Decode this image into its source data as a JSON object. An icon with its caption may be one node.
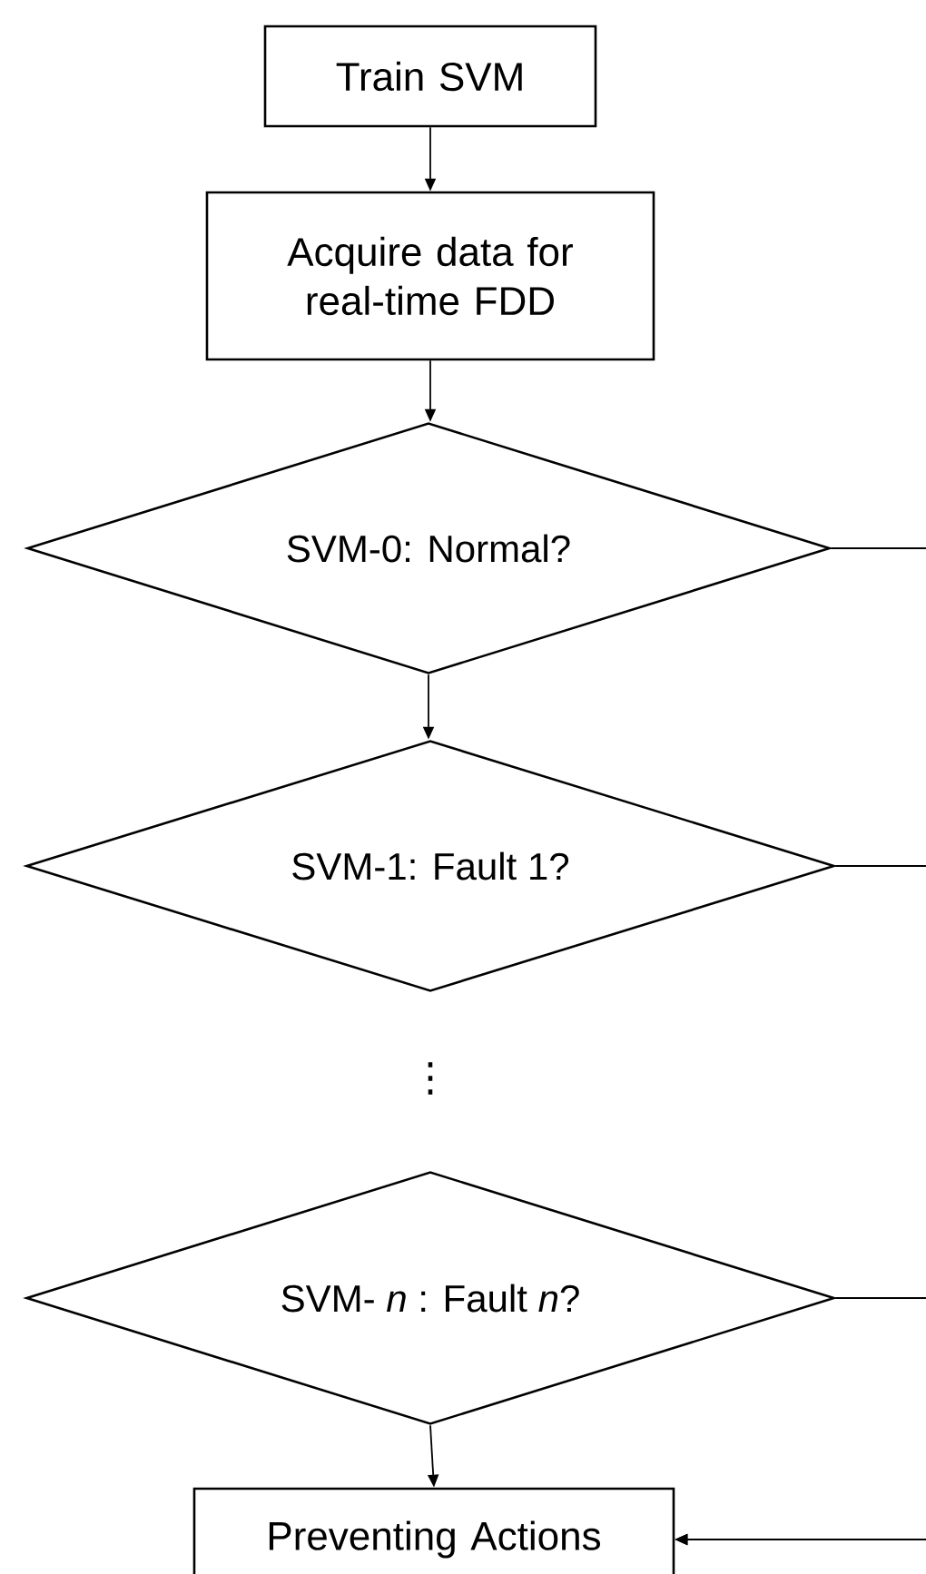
{
  "diagram": {
    "nodes": [
      {
        "text": [
          "Train SVM"
        ]
      },
      {
        "text": [
          "Acquire data for real-time FDD"
        ]
      },
      {
        "text": [
          "SVM-0: Normal?"
        ]
      },
      {
        "text": [
          "SVM-1: Fault 1?"
        ]
      },
      {
        "text": [
          "SVM- *n* : Fault *n*?"
        ]
      },
      {
        "text": [
          "Preventing Actions"
        ]
      }
    ],
    "edges": [
      {
        "from": 0,
        "to": 1,
        "arrow": "to"
      },
      {
        "from": 1,
        "to": 2,
        "arrow": "to"
      },
      {
        "from": 2,
        "to": 3,
        "arrow": "to"
      },
      {
        "from": 4,
        "to": 5,
        "arrow": "to"
      },
      {
        "from": 2,
        "to": 5,
        "arrow": "to"
      },
      {
        "from": 3,
        "to": 5,
        "arrow": "to"
      },
      {
        "from": 4,
        "to": 5,
        "arrow": "to"
      }
    ],
    "labels": [
      "⋮"
    ]
  }
}
